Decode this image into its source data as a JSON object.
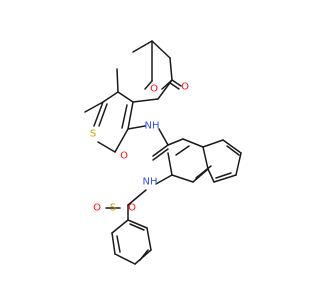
{
  "diagram": {
    "type": "chemical-structure",
    "atoms": [
      {
        "id": "o_ester",
        "symbol": "O",
        "color": "#ff0d0d"
      },
      {
        "id": "o_ester_carbonyl",
        "symbol": "O",
        "color": "#ff0d0d"
      },
      {
        "id": "s_thiophene",
        "symbol": "S",
        "color": "#c8a000"
      },
      {
        "id": "nh_amide",
        "symbol": "NH",
        "color": "#3050f8"
      },
      {
        "id": "o_amide",
        "symbol": "O",
        "color": "#ff0d0d"
      },
      {
        "id": "nh_sulfonamide",
        "symbol": "NH",
        "color": "#3050f8"
      },
      {
        "id": "o_sulfonyl_left",
        "symbol": "O",
        "color": "#ff0d0d"
      },
      {
        "id": "s_sulfonyl",
        "symbol": "S",
        "color": "#c8a000"
      },
      {
        "id": "o_sulfonyl_right",
        "symbol": "O",
        "color": "#ff0d0d"
      }
    ]
  }
}
